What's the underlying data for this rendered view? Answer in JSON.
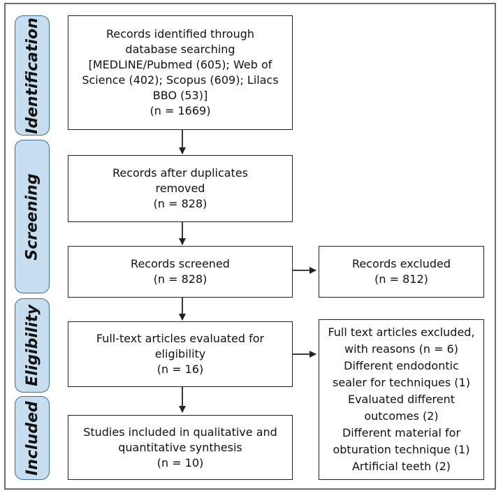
{
  "stages": {
    "identification": "Identification",
    "screening": "Screening",
    "eligibility": "Eligibility",
    "included": "Included"
  },
  "boxes": {
    "identified": [
      "Records identified through",
      "database searching",
      "[MEDLINE/Pubmed (605); Web of",
      "Science (402); Scopus (609); Lilacs",
      "BBO (53)]",
      "(n =  1669)"
    ],
    "after_duplicates": [
      "Records after duplicates",
      "removed",
      "(n = 828)"
    ],
    "screened": [
      "Records screened",
      "(n = 828)"
    ],
    "excluded": [
      "Records excluded",
      "(n = 812)"
    ],
    "full_text": [
      "Full-text articles evaluated for",
      "eligibility",
      "(n = 16)"
    ],
    "full_text_excluded": [
      "Full text articles excluded,",
      "with reasons (n = 6)",
      "Different endodontic",
      "sealer for techniques (1)",
      "Evaluated different",
      "outcomes  (2)",
      "Different material for",
      "obturation technique (1)",
      "Artificial teeth (2)"
    ],
    "included": [
      "Studies included in qualitative and",
      "quantitative synthesis",
      "(n = 10)"
    ]
  }
}
